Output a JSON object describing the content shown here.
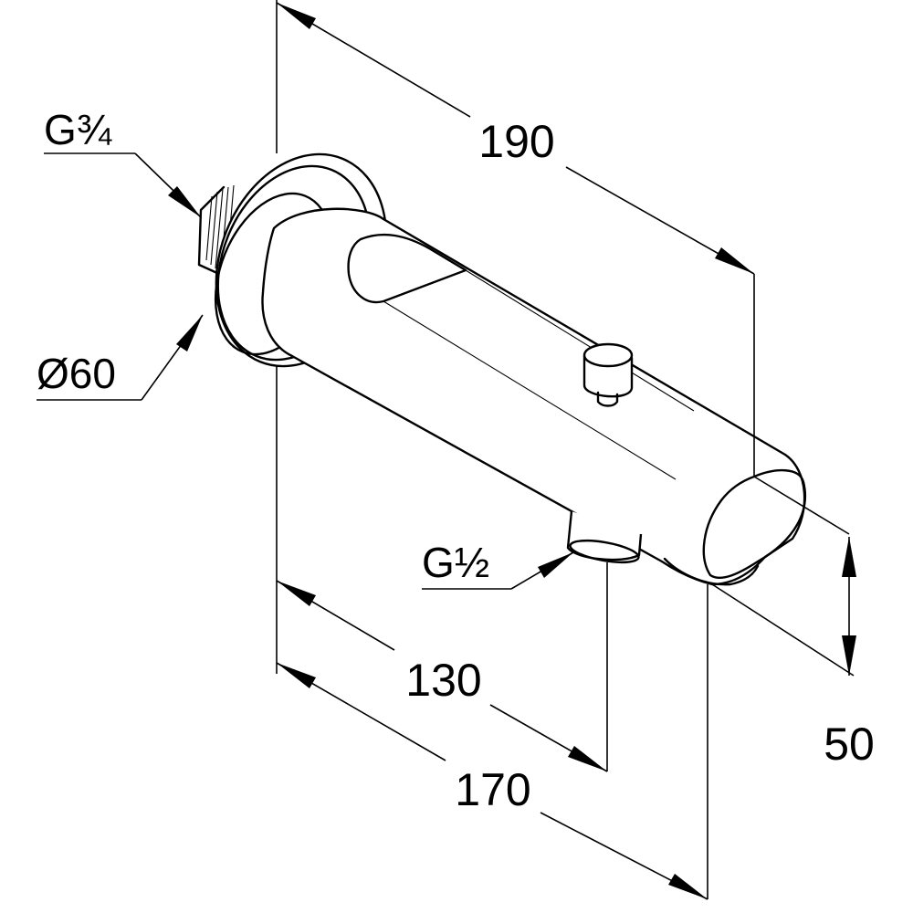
{
  "dimensions": {
    "length_total": "190",
    "length_outlet": "170",
    "length_connection": "130",
    "height": "50",
    "rosette_diameter": "Ø60",
    "thread_wall": "G¾",
    "thread_outlet": "G½"
  },
  "colors": {
    "line": "#000000",
    "background": "#ffffff"
  }
}
